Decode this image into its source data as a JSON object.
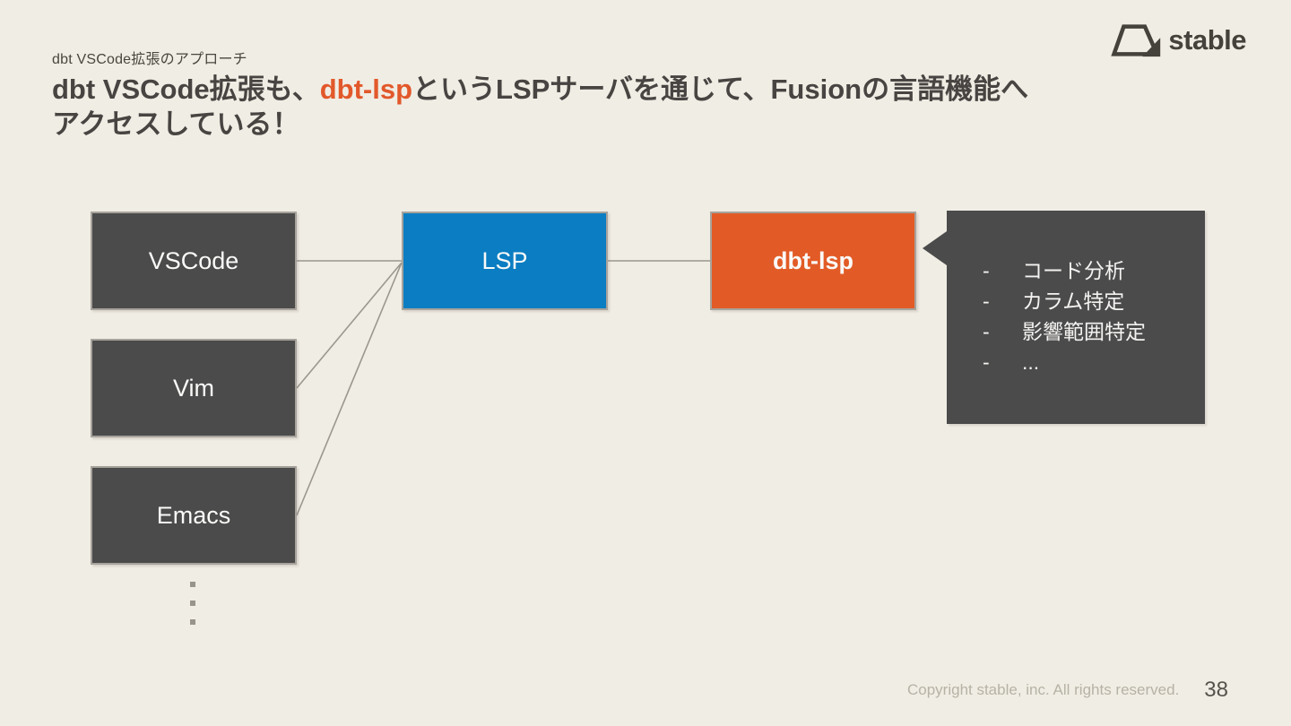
{
  "slide": {
    "kicker": "dbt VSCode拡張のアプローチ",
    "title": {
      "pre": "dbt VSCode拡張も、",
      "accent": "dbt-lsp",
      "post": "というLSPサーバを通じて、Fusionの言語機能へ",
      "line2": "アクセスしている！"
    },
    "logo": {
      "text": "stable"
    },
    "diagram": {
      "nodes": [
        {
          "id": "vscode",
          "label": "VSCode"
        },
        {
          "id": "vim",
          "label": "Vim"
        },
        {
          "id": "emacs",
          "label": "Emacs"
        },
        {
          "id": "lsp",
          "label": "LSP"
        },
        {
          "id": "dbt-lsp",
          "label": "dbt-lsp"
        }
      ],
      "edges": [
        {
          "from": "vscode",
          "to": "lsp"
        },
        {
          "from": "vim",
          "to": "lsp"
        },
        {
          "from": "emacs",
          "to": "lsp"
        },
        {
          "from": "lsp",
          "to": "dbt-lsp"
        }
      ],
      "callout": {
        "bullet": "-",
        "items": [
          "コード分析",
          "カラム特定",
          "影響範囲特定",
          "..."
        ]
      }
    },
    "footer": {
      "copyright": "Copyright stable, inc. All rights reserved.",
      "page": "38"
    },
    "colors": {
      "background": "#f0ede4",
      "box_dark": "#4b4b4b",
      "box_blue": "#0b7dc2",
      "box_orange": "#e25b26",
      "accent_orange": "#e2582a",
      "connector": "#9b978f",
      "title_text": "#474442",
      "footer_text": "#b7b2a6"
    }
  }
}
